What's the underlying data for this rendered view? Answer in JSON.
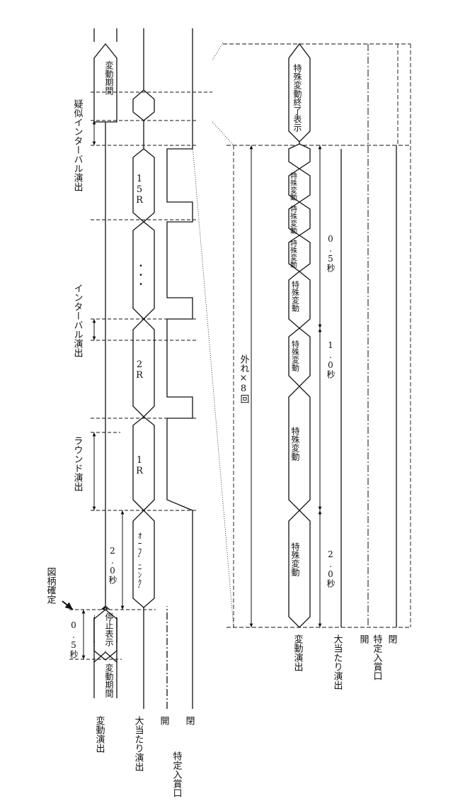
{
  "labels": {
    "left": {
      "hendou": "変動演出",
      "ooatari": "大当たり演出",
      "open": "開",
      "tokutei": "特定入賞口",
      "closed": "閉"
    },
    "right": {
      "hendou": "変動演出",
      "ooatari": "大当たり演出",
      "open": "開",
      "tokutei": "特定入賞口",
      "closed": "閉"
    }
  },
  "top": {
    "zugara": "図柄確定",
    "round_ensyutsu": "ラウンド演出",
    "interval": "インターバル演出",
    "gizi_interval": "疑似インターバル演出"
  },
  "left_chart": {
    "hendou_kikan": "変動期間",
    "teishi_hyouji": "停止表示",
    "t_05": "0.5秒",
    "t_20": "2.0秒",
    "opening": "ｵｰﾌﾟﾆﾝｸﾞ",
    "r1": "1R",
    "r2": "2R",
    "dots": "・・・",
    "r15": "15R",
    "hendou_kikan_end": "変動期間"
  },
  "right_chart": {
    "hazure": "外れ×8回",
    "tokushu": "特殊変動",
    "t_20": "2.0秒",
    "t_10": "1.0秒",
    "t_05": "0.5秒",
    "end_display": "特殊変動終了表示"
  }
}
